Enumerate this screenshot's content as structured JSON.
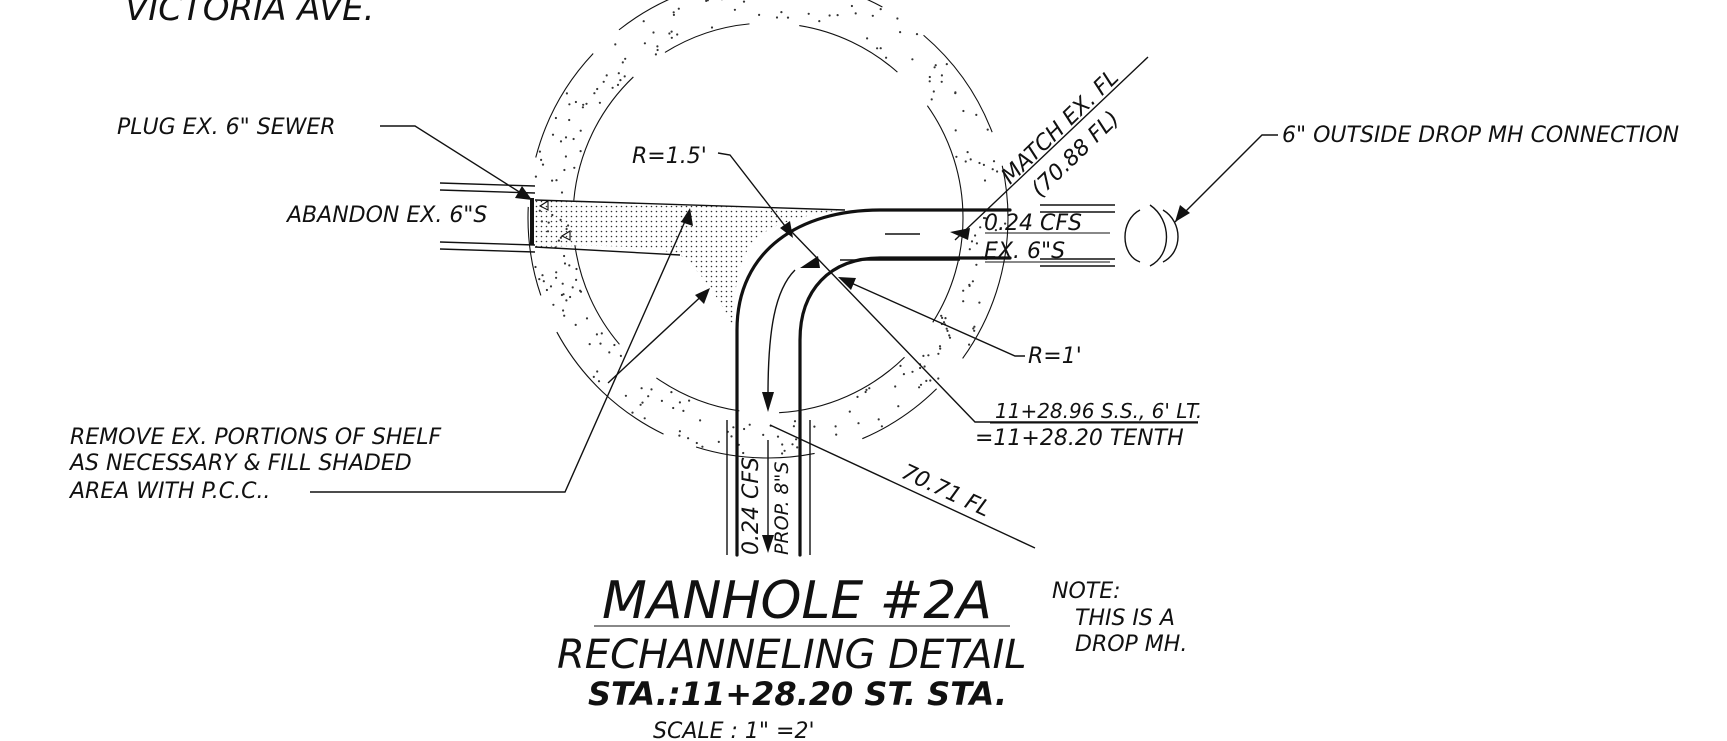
{
  "labels": {
    "street": "VICTORIA    AVE.",
    "plug": "PLUG  EX.  6\"  SEWER",
    "abandon": "ABANDON  EX.  6\"S",
    "radius_large": "R=1.5'",
    "match_line1": "MATCH  EX.  FL",
    "match_line2": "(70.88  FL)",
    "drop_connection": "6\"  OUTSIDE  DROP  MH  CONNECTION",
    "flow_in": "0.24  CFS",
    "pipe_in": "EX.  6\"S",
    "radius_small": "R=1'",
    "station_ss": "11+28.96  S.S.,  6'  LT.",
    "station_tenth": "=11+28.20  TENTH",
    "remove_line1": "REMOVE  EX.  PORTIONS  OF  SHELF",
    "remove_line2": "AS  NECESSARY  &  FILL  SHADED",
    "remove_line3": "AREA  WITH  P.C.C..",
    "fl_out": "70.71  FL",
    "flow_out": "0.24  CFS",
    "pipe_out": "PROP.  8\"S"
  },
  "title": {
    "main": "MANHOLE  #2A",
    "sub": "RECHANNELING  DETAIL",
    "station": "STA.:11+28.20  ST.  STA.",
    "scale": "SCALE  :  1\"  =2'"
  },
  "note": {
    "heading": "NOTE:",
    "line1": "THIS  IS  A",
    "line2": "DROP  MH."
  }
}
